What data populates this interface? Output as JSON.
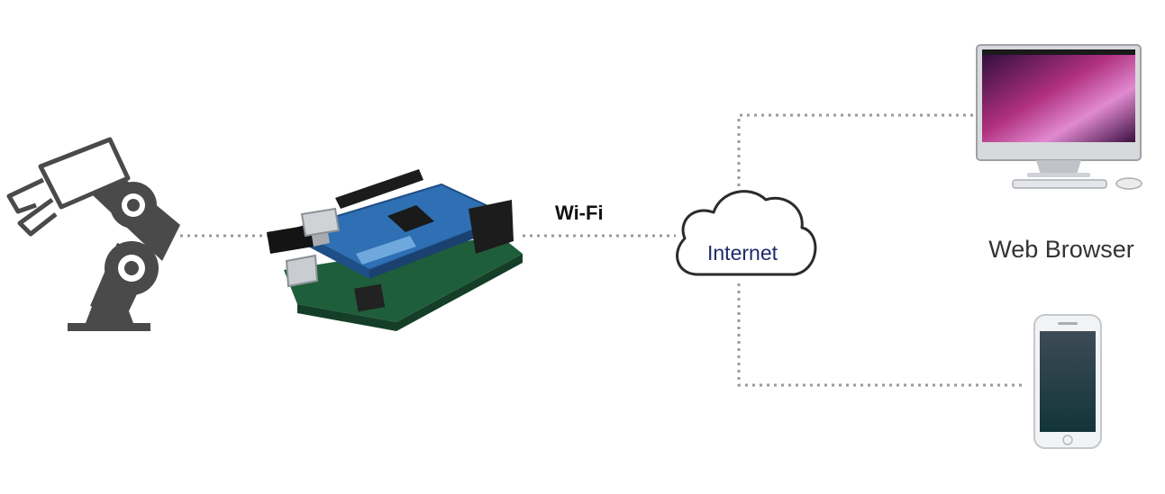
{
  "connections": {
    "wifi_label": "Wi-Fi"
  },
  "cloud": {
    "label": "Internet"
  },
  "clients": {
    "desktop_label": "Web Browser"
  },
  "icons": {
    "robot": "robot-arm-icon",
    "board": "wifi-shield-board-icon",
    "cloud": "cloud-icon",
    "desktop": "desktop-computer-icon",
    "phone": "smartphone-icon"
  },
  "colors": {
    "robot": "#4a4a4a",
    "board_pcb": "#2f6fb3",
    "arduino_pcb": "#1f5e3a",
    "internet_text": "#1f2a6b",
    "link_line": "#9a9a9a"
  }
}
